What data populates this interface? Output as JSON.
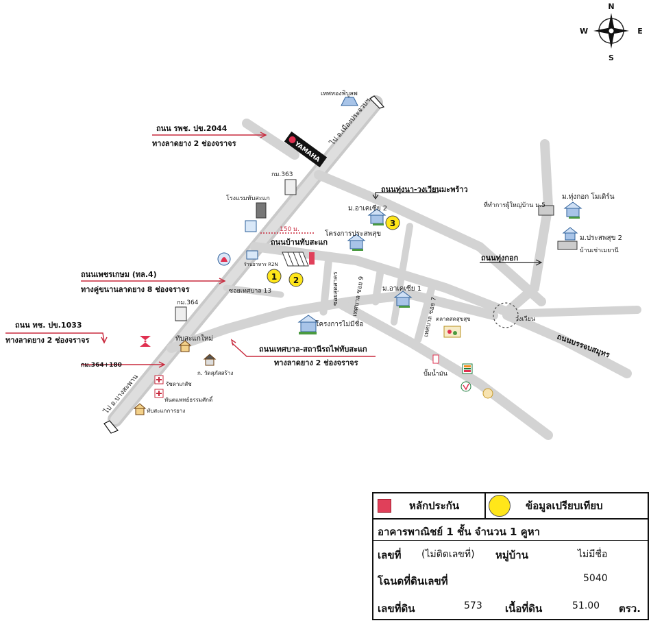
{
  "compass": {
    "n": "N",
    "s": "S",
    "e": "E",
    "w": "W"
  },
  "roads": {
    "rpc_name": "ถนน รพช. ปข.2044",
    "rpc_desc": "ทางลาดยาง 2 ช่องจราจร",
    "phet_name": "ถนนเพชรเกษม (ทล.4)",
    "phet_desc": "ทางคู่ขนานลาดยาง 8 ช่องจราจร",
    "tch_name": "ถนน ทช. ปข.1033",
    "tch_desc": "ทางลาดยาง 2 ช่องจราจร",
    "km364_180": "กม.364+180",
    "thungna": "ถนนทุ่งนา-วงเวียนมะพร้าว",
    "banthap": "ถนนบ้านทับสะแก",
    "thungkok": "ถนนทุ่งกอก",
    "thesaban_rail": "ถนนเทศบาล-สถานีรถไฟทับสะแก",
    "thesaban_rail_desc": "ทางลาดยาง 2 ช่องจราจร",
    "bancharoen": "ถนนบรรจบสมุทร",
    "soi13": "ซอยเทศบาล 13",
    "soi_sut": "ซอยสุดสาคร",
    "soi9": "เทศบาล ซอย 9",
    "soi7": "เทศบาล ซอย 7",
    "dist_150": "150 ม."
  },
  "places": {
    "to_muang": "ไป อ.เมืองประจวบฯ",
    "to_bangsaphan": "ไป อ.บางสะพาน",
    "temple_top": "เทพทองพิบูลพ",
    "yamaha": "YAMAHA",
    "km363": "กม.363",
    "hotel": "โรงแรมทับสะแก",
    "km364": "กม.364",
    "muang_kho": "ร้านอาหาร R2N",
    "a_sia2": "ม.อาเคเซีย 2",
    "prasert": "โครงการประสพสุข",
    "a_sia1": "ม.อาเคเซีย 1",
    "mai_mi_chue": "โครงการไม่มีชื่อ",
    "market": "ตลาดสดสุขสุข",
    "pump": "ปั๊มน้ำมัน",
    "thungkok_modern": "ม.ทุ่งกอก โมเดิร์น",
    "phuyai": "ที่ทำการผู้ใหญ่บ้าน ม.5",
    "prasert2": "ม.ประสพสุข 2",
    "rental": "บ้านเช่าเมยานี",
    "circle": "วงเวียน",
    "thapsakae_new": "ทับสะแกใหม่",
    "wat": "ก. วัดสุภัสสร้าง",
    "clinic": "รัชดาเภสัช",
    "dental": "ทันตแพทย์ธรรมศักดิ์",
    "thapsakae_yang": "ทับสะแกการยาง"
  },
  "markers": {
    "m1": "1",
    "m2": "2",
    "m3": "3"
  },
  "legend": {
    "collateral": "หลักประกัน",
    "comparison": "ข้อมูลเปรียบเทียบ",
    "building": "อาคารพาณิชย์ 1 ชั้น  จำนวน 1 คูหา",
    "house_no_label": "เลขที่",
    "house_no_value": "(ไม่ติดเลขที่)",
    "village_label": "หมู่บ้าน",
    "village_value": "ไม่มีชื่อ",
    "deed_label": "โฉนดที่ดินเลขที่",
    "deed_value": "5040",
    "land_no_label": "เลขที่ดิน",
    "land_no_value": "573",
    "area_label": "เนื้อที่ดิน",
    "area_value": "51.00",
    "area_unit": "ตรว."
  },
  "colors": {
    "road": "#d3d3d3",
    "road_edge": "#b5b5b5",
    "arrow": "#c8283c",
    "collateral": "#e0405a",
    "marker": "#ffe61a"
  }
}
